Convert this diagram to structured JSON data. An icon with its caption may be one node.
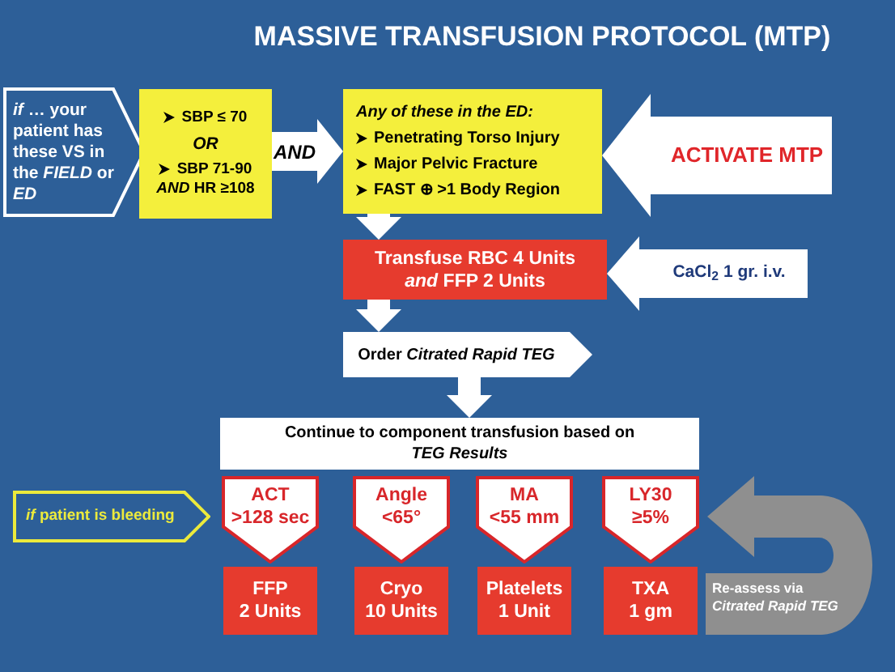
{
  "diagram": {
    "title": "MASSIVE TRANSFUSION PROTOCOL (MTP)",
    "nodes": [
      {
        "text": [
          "*if* … your patient has these VS in the *FIELD* or *ED*"
        ]
      },
      {
        "text": [
          "SBP ≤ 70",
          "OR",
          "SBP 71-90 *AND* HR ≥108"
        ]
      },
      {
        "text": [
          "Any of these in the ED:",
          "Penetrating Torso Injury",
          "Major Pelvic Fracture",
          "FAST ⊕ >1 Body Region"
        ]
      },
      {
        "text": [
          "ACTIVATE MTP"
        ]
      },
      {
        "text": [
          "Transfuse RBC 4 Units *and* FFP 2 Units"
        ]
      },
      {
        "text": [
          "CaCl$_{2}$ 1 gr. i.v."
        ]
      },
      {
        "text": [
          "Order *Citrated Rapid TEG*"
        ]
      },
      {
        "text": [
          "Continue to component transfusion based on *TEG Results*"
        ]
      },
      {
        "text": [
          "*if* patient is bleeding"
        ]
      },
      {
        "text": [
          "ACT",
          ">128 sec"
        ]
      },
      {
        "text": [
          "Angle",
          "<65°"
        ]
      },
      {
        "text": [
          "MA",
          "<55 mm"
        ]
      },
      {
        "text": [
          "LY30",
          "≥5%"
        ]
      },
      {
        "text": [
          "FFP",
          "2 Units"
        ]
      },
      {
        "text": [
          "Cryo",
          "10 Units"
        ]
      },
      {
        "text": [
          "Platelets",
          "1 Unit"
        ]
      },
      {
        "text": [
          "TXA",
          "1 gm"
        ]
      },
      {
        "text": [
          "Re-assess via *Citrated Rapid TEG*"
        ]
      }
    ],
    "edges": [
      {
        "from": 1,
        "to": 2,
        "arrow": "to",
        "label": "AND"
      },
      {
        "from": 2,
        "to": 4,
        "arrow": "to"
      },
      {
        "from": 4,
        "to": 6,
        "arrow": "to"
      },
      {
        "from": 6,
        "to": 7,
        "arrow": "to"
      },
      {
        "from": 3,
        "to": 2,
        "arrow": "to",
        "style": "thick"
      },
      {
        "from": 5,
        "to": 4,
        "arrow": "to",
        "style": "thick"
      }
    ]
  }
}
